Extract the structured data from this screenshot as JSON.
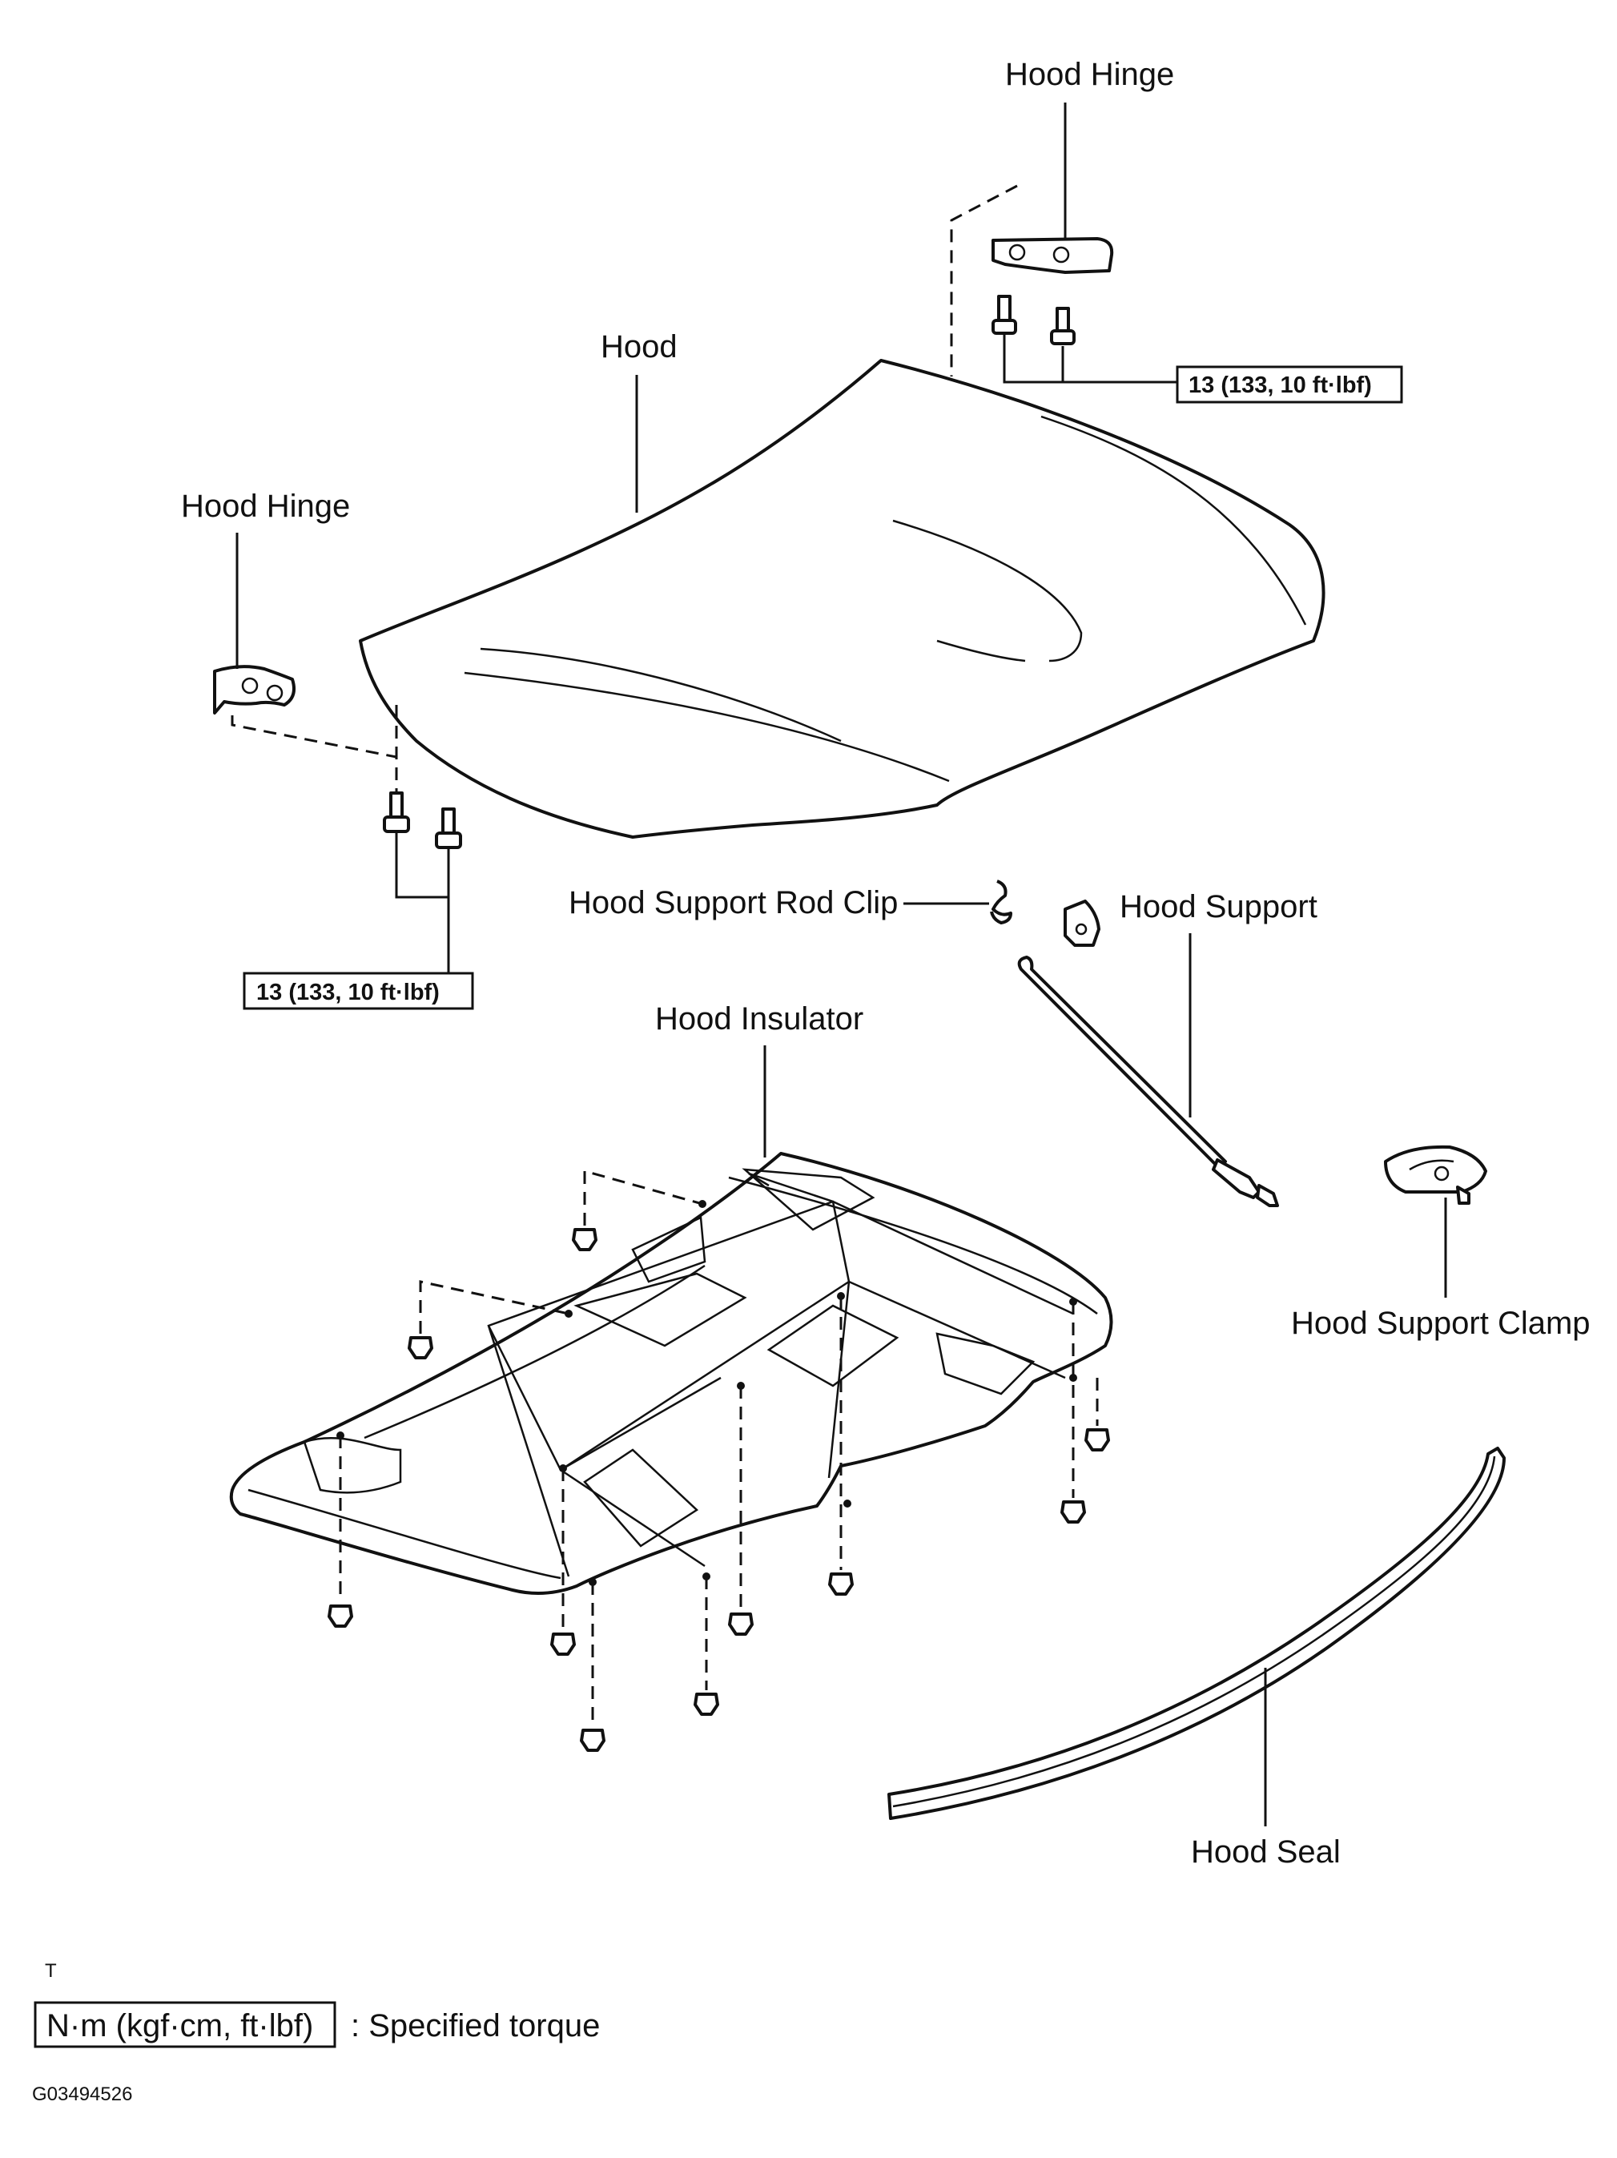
{
  "labels": {
    "hood_hinge_right": "Hood Hinge",
    "hood": "Hood",
    "hood_hinge_left": "Hood Hinge",
    "hood_support_rod_clip": "Hood Support Rod Clip",
    "hood_support": "Hood Support",
    "hood_insulator": "Hood Insulator",
    "hood_support_clamp": "Hood Support Clamp",
    "hood_seal": "Hood Seal"
  },
  "torque": {
    "right": "13 (133, 10 ft·lbf)",
    "left": "13 (133, 10 ft·lbf)"
  },
  "legend": {
    "unit_box": "N·m (kgf·cm, ft·lbf)",
    "description": ": Specified torque"
  },
  "footer": {
    "mark": "T",
    "figure_id": "G03494526"
  }
}
